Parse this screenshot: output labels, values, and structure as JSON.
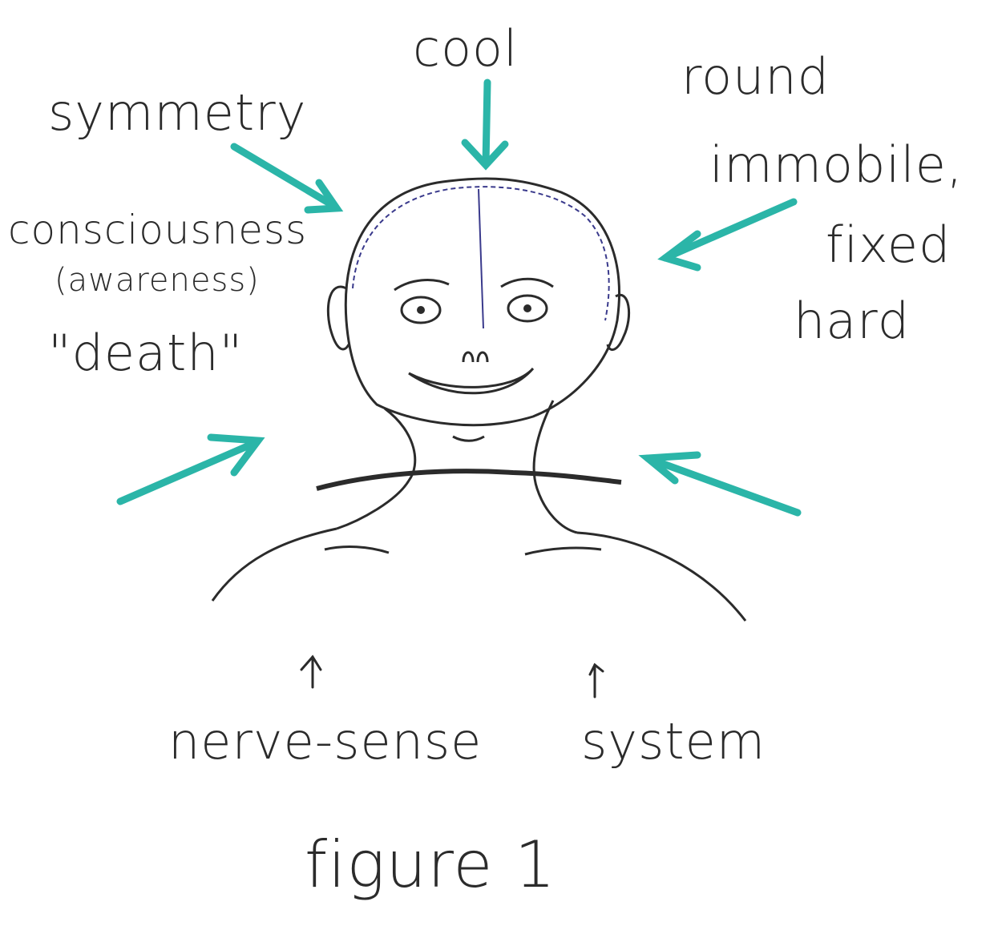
{
  "colors": {
    "ink": "#2b2b2b",
    "arrow": "#2bb5a8",
    "brain": "#3a3a8c"
  },
  "labels": {
    "cool": "cool",
    "symmetry": "symmetry",
    "consciousness": "consciousness",
    "awareness": "(awareness)",
    "death": "\"death\"",
    "round": "round",
    "immobile": "immobile,",
    "fixed": "fixed",
    "hard": "hard",
    "nerve_sense": "nerve-sense",
    "system": "system",
    "figure": "figure 1"
  }
}
